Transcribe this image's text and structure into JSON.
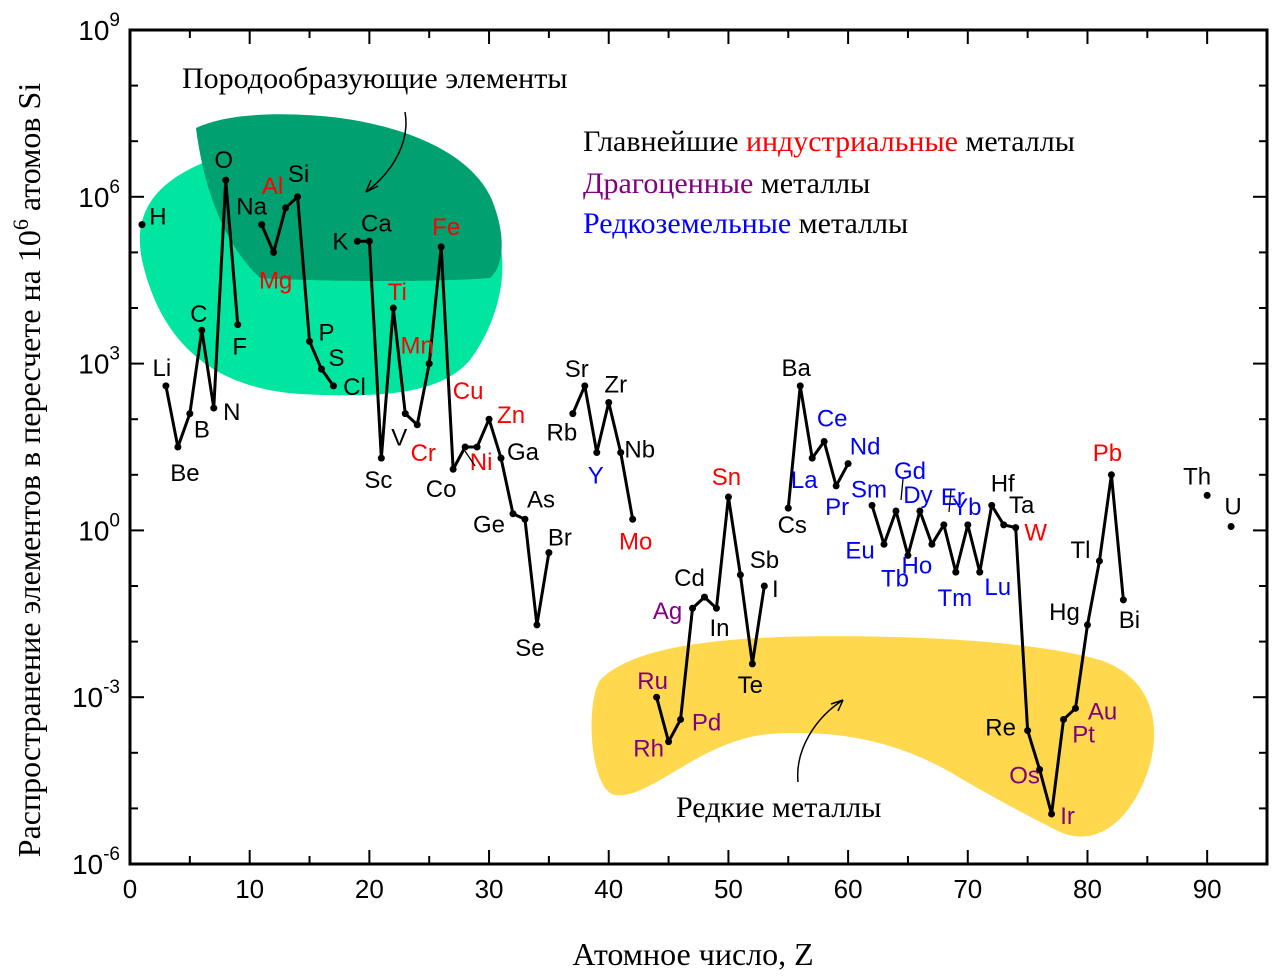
{
  "chart_data": {
    "type": "line",
    "xlabel": "Атомное число, Z",
    "ylabel_parts": {
      "before": "Распространение элементов в пересчете на 10",
      "exp": "6",
      "after": " атомов Si"
    },
    "xlim": [
      0,
      95
    ],
    "ylim_log10": [
      -6,
      9
    ],
    "xticks": [
      "0",
      "10",
      "20",
      "30",
      "40",
      "50",
      "60",
      "70",
      "80",
      "90"
    ],
    "yticks": [
      {
        "base": "10",
        "exp": "-6"
      },
      {
        "base": "10",
        "exp": "-3"
      },
      {
        "base": "10",
        "exp": "0"
      },
      {
        "base": "10",
        "exp": "3"
      },
      {
        "base": "10",
        "exp": "6"
      },
      {
        "base": "10",
        "exp": "9"
      }
    ],
    "region_labels": {
      "rock": "Породообразующие элементы",
      "rare": "Редкие металлы"
    },
    "legend": {
      "line1": [
        {
          "text": "Главнейшие ",
          "color": "#000000"
        },
        {
          "text": "индустриальные",
          "color": "#ff0000"
        },
        {
          "text": " металлы",
          "color": "#000000"
        }
      ],
      "line2": [
        {
          "text": "Драгоценные",
          "color": "#800080"
        },
        {
          "text": " металлы",
          "color": "#000000"
        }
      ],
      "line3": [
        {
          "text": "Редкоземельные",
          "color": "#0000ff"
        },
        {
          "text": " металлы",
          "color": "#000000"
        }
      ]
    },
    "colors": {
      "black": "#000000",
      "industrial": "#ff0000",
      "precious": "#800080",
      "ree": "#0000ff",
      "rock_light": "#00e6a0",
      "rock_dark": "#00a070",
      "rare_fill": "#ffd84d"
    },
    "segments": [
      [
        {
          "z": 1,
          "log": 5.5
        }
      ],
      [
        {
          "z": 3,
          "log": 2.6
        },
        {
          "z": 4,
          "log": 1.5
        },
        {
          "z": 5,
          "log": 2.1
        },
        {
          "z": 6,
          "log": 3.6
        },
        {
          "z": 7,
          "log": 2.2
        },
        {
          "z": 8,
          "log": 6.3
        },
        {
          "z": 9,
          "log": 3.7
        }
      ],
      [
        {
          "z": 11,
          "log": 5.5
        },
        {
          "z": 12,
          "log": 5.0
        },
        {
          "z": 13,
          "log": 5.8
        },
        {
          "z": 14,
          "log": 6.0
        },
        {
          "z": 15,
          "log": 3.4
        },
        {
          "z": 16,
          "log": 2.9
        },
        {
          "z": 17,
          "log": 2.6
        }
      ],
      [
        {
          "z": 19,
          "log": 5.2
        },
        {
          "z": 20,
          "log": 5.2
        },
        {
          "z": 21,
          "log": 1.3
        },
        {
          "z": 22,
          "log": 4.0
        },
        {
          "z": 23,
          "log": 2.1
        },
        {
          "z": 24,
          "log": 1.9
        },
        {
          "z": 25,
          "log": 3.0
        },
        {
          "z": 26,
          "log": 5.1
        },
        {
          "z": 27,
          "log": 1.1
        },
        {
          "z": 28,
          "log": 1.5
        },
        {
          "z": 29,
          "log": 1.5
        },
        {
          "z": 30,
          "log": 2.0
        },
        {
          "z": 31,
          "log": 1.3
        },
        {
          "z": 32,
          "log": 0.3
        },
        {
          "z": 33,
          "log": 0.2
        },
        {
          "z": 34,
          "log": -1.7
        },
        {
          "z": 35,
          "log": -0.4
        }
      ],
      [
        {
          "z": 37,
          "log": 2.1
        },
        {
          "z": 38,
          "log": 2.6
        },
        {
          "z": 39,
          "log": 1.4
        },
        {
          "z": 40,
          "log": 2.3
        },
        {
          "z": 41,
          "log": 1.4
        },
        {
          "z": 42,
          "log": 0.2
        }
      ],
      [
        {
          "z": 44,
          "log": -3.0
        },
        {
          "z": 45,
          "log": -3.8
        },
        {
          "z": 46,
          "log": -3.4
        },
        {
          "z": 47,
          "log": -1.4
        },
        {
          "z": 48,
          "log": -1.2
        },
        {
          "z": 49,
          "log": -1.4
        },
        {
          "z": 50,
          "log": 0.6
        },
        {
          "z": 51,
          "log": -0.8
        },
        {
          "z": 52,
          "log": -2.4
        },
        {
          "z": 53,
          "log": -1.0
        }
      ],
      [
        {
          "z": 55,
          "log": 0.4
        },
        {
          "z": 56,
          "log": 2.6
        },
        {
          "z": 57,
          "log": 1.3
        },
        {
          "z": 58,
          "log": 1.6
        },
        {
          "z": 59,
          "log": 0.8
        },
        {
          "z": 60,
          "log": 1.2
        }
      ],
      [
        {
          "z": 62,
          "log": 0.45
        },
        {
          "z": 63,
          "log": -0.25
        },
        {
          "z": 64,
          "log": 0.35
        },
        {
          "z": 65,
          "log": -0.45
        },
        {
          "z": 66,
          "log": 0.35
        },
        {
          "z": 67,
          "log": -0.25
        },
        {
          "z": 68,
          "log": 0.1
        },
        {
          "z": 69,
          "log": -0.75
        },
        {
          "z": 70,
          "log": 0.1
        },
        {
          "z": 71,
          "log": -0.75
        },
        {
          "z": 72,
          "log": 0.45
        },
        {
          "z": 73,
          "log": 0.1
        },
        {
          "z": 74,
          "log": 0.05
        },
        {
          "z": 75,
          "log": -3.6
        },
        {
          "z": 76,
          "log": -4.3
        },
        {
          "z": 77,
          "log": -5.1
        },
        {
          "z": 78,
          "log": -3.4
        },
        {
          "z": 79,
          "log": -3.2
        },
        {
          "z": 80,
          "log": -1.7
        },
        {
          "z": 81,
          "log": -0.55
        },
        {
          "z": 82,
          "log": 1.0
        },
        {
          "z": 83,
          "log": -1.25
        }
      ],
      [
        {
          "z": 90,
          "log": 0.63
        }
      ],
      [
        {
          "z": 92,
          "log": 0.07
        }
      ]
    ],
    "labels": [
      {
        "t": "H",
        "z": 1,
        "log": 5.5,
        "dx": 16,
        "dy": -8,
        "c": "black"
      },
      {
        "t": "Li",
        "z": 3,
        "log": 2.6,
        "dx": -4,
        "dy": -18,
        "c": "black"
      },
      {
        "t": "Be",
        "z": 4,
        "log": 1.5,
        "dx": 7,
        "dy": 26,
        "c": "black"
      },
      {
        "t": "B",
        "z": 5,
        "log": 2.1,
        "dx": 12,
        "dy": 16,
        "c": "black"
      },
      {
        "t": "C",
        "z": 6,
        "log": 3.6,
        "dx": -3,
        "dy": -16,
        "c": "black"
      },
      {
        "t": "N",
        "z": 7,
        "log": 2.2,
        "dx": 18,
        "dy": 4,
        "c": "black"
      },
      {
        "t": "O",
        "z": 8,
        "log": 6.3,
        "dx": -2,
        "dy": -20,
        "c": "black"
      },
      {
        "t": "F",
        "z": 9,
        "log": 3.7,
        "dx": 2,
        "dy": 22,
        "c": "black"
      },
      {
        "t": "Na",
        "z": 11,
        "log": 5.5,
        "dx": -10,
        "dy": -18,
        "c": "black"
      },
      {
        "t": "Mg",
        "z": 12,
        "log": 5.0,
        "dx": 2,
        "dy": 28,
        "c": "industrial"
      },
      {
        "t": "Al",
        "z": 13,
        "log": 5.8,
        "dx": -13,
        "dy": -22,
        "c": "industrial"
      },
      {
        "t": "Si",
        "z": 14,
        "log": 6.0,
        "dx": 1,
        "dy": -23,
        "c": "black"
      },
      {
        "t": "P",
        "z": 15,
        "log": 3.4,
        "dx": 17,
        "dy": -9,
        "c": "black"
      },
      {
        "t": "S",
        "z": 16,
        "log": 2.9,
        "dx": 15,
        "dy": -11,
        "c": "black"
      },
      {
        "t": "Cl",
        "z": 17,
        "log": 2.6,
        "dx": 21,
        "dy": 1,
        "c": "black"
      },
      {
        "t": "K",
        "z": 19,
        "log": 5.2,
        "dx": -17,
        "dy": 0,
        "c": "black"
      },
      {
        "t": "Ca",
        "z": 20,
        "log": 5.2,
        "dx": 7,
        "dy": -18,
        "c": "black"
      },
      {
        "t": "Sc",
        "z": 21,
        "log": 1.3,
        "dx": -3,
        "dy": 22,
        "c": "black"
      },
      {
        "t": "Ti",
        "z": 22,
        "log": 4.0,
        "dx": 4,
        "dy": -16,
        "c": "industrial"
      },
      {
        "t": "V",
        "z": 23,
        "log": 2.1,
        "dx": -6,
        "dy": 24,
        "c": "black"
      },
      {
        "t": "Cr",
        "z": 24,
        "log": 1.9,
        "dx": 6,
        "dy": 28,
        "c": "industrial"
      },
      {
        "t": "Mn",
        "z": 25,
        "log": 3.0,
        "dx": -12,
        "dy": -18,
        "c": "industrial"
      },
      {
        "t": "Fe",
        "z": 26,
        "log": 5.1,
        "dx": 5,
        "dy": -20,
        "c": "industrial"
      },
      {
        "t": "Co",
        "z": 27,
        "log": 1.1,
        "dx": -12,
        "dy": 20,
        "c": "black"
      },
      {
        "t": "Cu",
        "z": 28,
        "log": 1.5,
        "dx": 3,
        "dy": -56,
        "c": "industrial"
      },
      {
        "t": "Ni",
        "z": 28,
        "log": 1.5,
        "dx": 16,
        "dy": 15,
        "c": "industrial"
      },
      {
        "t": "Zn",
        "z": 30,
        "log": 2.0,
        "dx": 22,
        "dy": -4,
        "c": "industrial"
      },
      {
        "t": "Ga",
        "z": 31,
        "log": 1.3,
        "dx": 22,
        "dy": -6,
        "c": "black"
      },
      {
        "t": "Ge",
        "z": 32,
        "log": 0.3,
        "dx": -24,
        "dy": 11,
        "c": "black"
      },
      {
        "t": "As",
        "z": 33,
        "log": 0.2,
        "dx": 16,
        "dy": -20,
        "c": "black"
      },
      {
        "t": "Se",
        "z": 34,
        "log": -1.7,
        "dx": -7,
        "dy": 23,
        "c": "black"
      },
      {
        "t": "Br",
        "z": 35,
        "log": -0.4,
        "dx": 11,
        "dy": -15,
        "c": "black"
      },
      {
        "t": "Rb",
        "z": 37,
        "log": 2.1,
        "dx": -11,
        "dy": 19,
        "c": "black"
      },
      {
        "t": "Sr",
        "z": 38,
        "log": 2.6,
        "dx": -8,
        "dy": -17,
        "c": "black"
      },
      {
        "t": "Y",
        "z": 39,
        "log": 1.4,
        "dx": -1,
        "dy": 23,
        "c": "ree"
      },
      {
        "t": "Zr",
        "z": 40,
        "log": 2.3,
        "dx": 7,
        "dy": -18,
        "c": "black"
      },
      {
        "t": "Nb",
        "z": 41,
        "log": 1.4,
        "dx": 19,
        "dy": -3,
        "c": "black"
      },
      {
        "t": "Mo",
        "z": 42,
        "log": 0.2,
        "dx": 3,
        "dy": 22,
        "c": "industrial"
      },
      {
        "t": "Ru",
        "z": 44,
        "log": -3.0,
        "dx": -4,
        "dy": -16,
        "c": "precious"
      },
      {
        "t": "Rh",
        "z": 45,
        "log": -3.8,
        "dx": -20,
        "dy": 7,
        "c": "precious"
      },
      {
        "t": "Pd",
        "z": 46,
        "log": -3.4,
        "dx": 26,
        "dy": 3,
        "c": "precious"
      },
      {
        "t": "Ag",
        "z": 47,
        "log": -1.4,
        "dx": -25,
        "dy": 3,
        "c": "precious"
      },
      {
        "t": "Cd",
        "z": 48,
        "log": -1.2,
        "dx": -15,
        "dy": -19,
        "c": "black"
      },
      {
        "t": "In",
        "z": 49,
        "log": -1.4,
        "dx": 3,
        "dy": 20,
        "c": "black"
      },
      {
        "t": "Sn",
        "z": 50,
        "log": 0.6,
        "dx": -2,
        "dy": -20,
        "c": "industrial"
      },
      {
        "t": "Sb",
        "z": 51,
        "log": -0.8,
        "dx": 24,
        "dy": -15,
        "c": "black"
      },
      {
        "t": "Te",
        "z": 52,
        "log": -2.4,
        "dx": -2,
        "dy": 21,
        "c": "black"
      },
      {
        "t": "I",
        "z": 53,
        "log": -1.0,
        "dx": 11,
        "dy": 3,
        "c": "black"
      },
      {
        "t": "Cs",
        "z": 55,
        "log": 0.4,
        "dx": 4,
        "dy": 17,
        "c": "black"
      },
      {
        "t": "Ba",
        "z": 56,
        "log": 2.6,
        "dx": -4,
        "dy": -18,
        "c": "black"
      },
      {
        "t": "La",
        "z": 57,
        "log": 1.3,
        "dx": -8,
        "dy": 22,
        "c": "ree"
      },
      {
        "t": "Ce",
        "z": 58,
        "log": 1.6,
        "dx": 8,
        "dy": -23,
        "c": "ree"
      },
      {
        "t": "Pr",
        "z": 59,
        "log": 0.8,
        "dx": 1,
        "dy": 21,
        "c": "ree"
      },
      {
        "t": "Nd",
        "z": 60,
        "log": 1.2,
        "dx": 17,
        "dy": -17,
        "c": "ree"
      },
      {
        "t": "Sm",
        "z": 62,
        "log": 0.45,
        "dx": -3,
        "dy": -16,
        "c": "ree"
      },
      {
        "t": "Eu",
        "z": 63,
        "log": -0.25,
        "dx": -24,
        "dy": 6,
        "c": "ree"
      },
      {
        "t": "Gd",
        "z": 64,
        "log": 0.35,
        "dx": 14,
        "dy": -40,
        "c": "ree"
      },
      {
        "t": "Tb",
        "z": 65,
        "log": -0.45,
        "dx": -13,
        "dy": 23,
        "c": "ree"
      },
      {
        "t": "Dy",
        "z": 66,
        "log": 0.35,
        "dx": -2,
        "dy": -16,
        "c": "ree"
      },
      {
        "t": "Ho",
        "z": 67,
        "log": -0.25,
        "dx": -15,
        "dy": 21,
        "c": "ree"
      },
      {
        "t": "Er",
        "z": 68,
        "log": 0.1,
        "dx": 9,
        "dy": -28,
        "c": "ree"
      },
      {
        "t": "Tm",
        "z": 69,
        "log": -0.75,
        "dx": -1,
        "dy": 26,
        "c": "ree"
      },
      {
        "t": "Yb",
        "z": 70,
        "log": 0.1,
        "dx": -1,
        "dy": -18,
        "c": "ree"
      },
      {
        "t": "Lu",
        "z": 71,
        "log": -0.75,
        "dx": 18,
        "dy": 15,
        "c": "ree"
      },
      {
        "t": "Hf",
        "z": 72,
        "log": 0.45,
        "dx": 11,
        "dy": -22,
        "c": "black"
      },
      {
        "t": "Ta",
        "z": 73,
        "log": 0.1,
        "dx": 18,
        "dy": -20,
        "c": "black"
      },
      {
        "t": "W",
        "z": 74,
        "log": 0.05,
        "dx": 20,
        "dy": 5,
        "c": "industrial"
      },
      {
        "t": "Re",
        "z": 75,
        "log": -3.6,
        "dx": -27,
        "dy": -3,
        "c": "black"
      },
      {
        "t": "Os",
        "z": 76,
        "log": -4.3,
        "dx": -15,
        "dy": 6,
        "c": "precious"
      },
      {
        "t": "Ir",
        "z": 77,
        "log": -5.1,
        "dx": 16,
        "dy": 2,
        "c": "precious"
      },
      {
        "t": "Pt",
        "z": 78,
        "log": -3.4,
        "dx": 20,
        "dy": 15,
        "c": "precious"
      },
      {
        "t": "Au",
        "z": 79,
        "log": -3.2,
        "dx": 27,
        "dy": 3,
        "c": "precious"
      },
      {
        "t": "Hg",
        "z": 80,
        "log": -1.7,
        "dx": -23,
        "dy": -13,
        "c": "black"
      },
      {
        "t": "Tl",
        "z": 81,
        "log": -0.55,
        "dx": -19,
        "dy": -11,
        "c": "black"
      },
      {
        "t": "Pb",
        "z": 82,
        "log": 1.0,
        "dx": -4,
        "dy": -22,
        "c": "industrial"
      },
      {
        "t": "Bi",
        "z": 83,
        "log": -1.25,
        "dx": 6,
        "dy": 20,
        "c": "black"
      },
      {
        "t": "Th",
        "z": 90,
        "log": 0.63,
        "dx": -10,
        "dy": -19,
        "c": "black"
      },
      {
        "t": "U",
        "z": 92,
        "log": 0.07,
        "dx": 2,
        "dy": -20,
        "c": "black"
      }
    ]
  }
}
